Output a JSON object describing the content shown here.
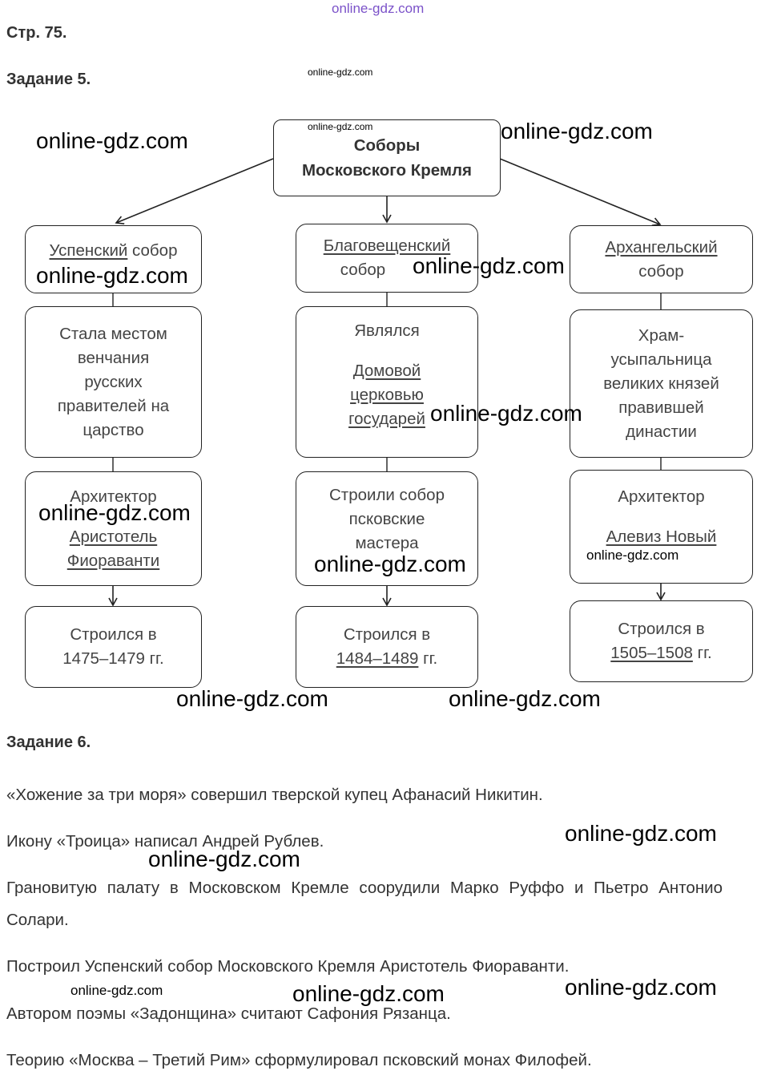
{
  "page_label": "Стр. 75.",
  "task5_title": "Задание 5.",
  "task6_title": "Задание 6.",
  "watermark": "online-gdz.com",
  "diagram": {
    "root": [
      "Соборы",
      "Московского Кремля"
    ],
    "uspensky": {
      "name": "Успенский",
      "name_suffix": " собор",
      "fact": [
        "Стала местом",
        "венчания",
        "русских",
        "правителей на",
        "царство"
      ],
      "arch_label": "Архитектор",
      "arch_name": [
        "Аристотель",
        "Фиораванти"
      ],
      "built_prefix": "Строился в",
      "built_years": "1475–1479 гг."
    },
    "blagoveshchensky": {
      "name": "Благовещенский",
      "name_suffix": "собор",
      "fact_intro": "Являлся",
      "fact": [
        "Домовой",
        "церковью",
        "государей"
      ],
      "builders": [
        "Строили собор",
        "псковские",
        "мастера"
      ],
      "built_prefix": "Строился в",
      "built_years": "1484–1489",
      "built_suffix": " гг."
    },
    "arkhangelsky": {
      "name": "Архангельский",
      "name_suffix": "собор",
      "fact": [
        "Храм-",
        "усыпальница",
        "великих князей",
        "правившей",
        "династии"
      ],
      "arch_label": "Архитектор",
      "arch_name": "Алевиз Новый",
      "built_prefix": "Строился в",
      "built_years": "1505–1508",
      "built_suffix": " гг."
    }
  },
  "task6_lines": [
    "«Хожение за три моря» совершил тверской купец Афанасий Никитин.",
    "Икону «Троица» написал Андрей Рублев.",
    "Грановитую палату в Московском Кремле соорудили Марко Руффо и Пьетро Антонио Солари.",
    "Построил Успенский собор Московского Кремля Аристотель Фиораванти.",
    "Автором поэмы «Задонщина» считают Сафония Рязанца.",
    "Теорию «Москва – Третий Рим» сформулировал псковский монах Филофей."
  ],
  "colors": {
    "text": "#333333",
    "border": "#222222",
    "watermark_top": "#7b52c9"
  }
}
